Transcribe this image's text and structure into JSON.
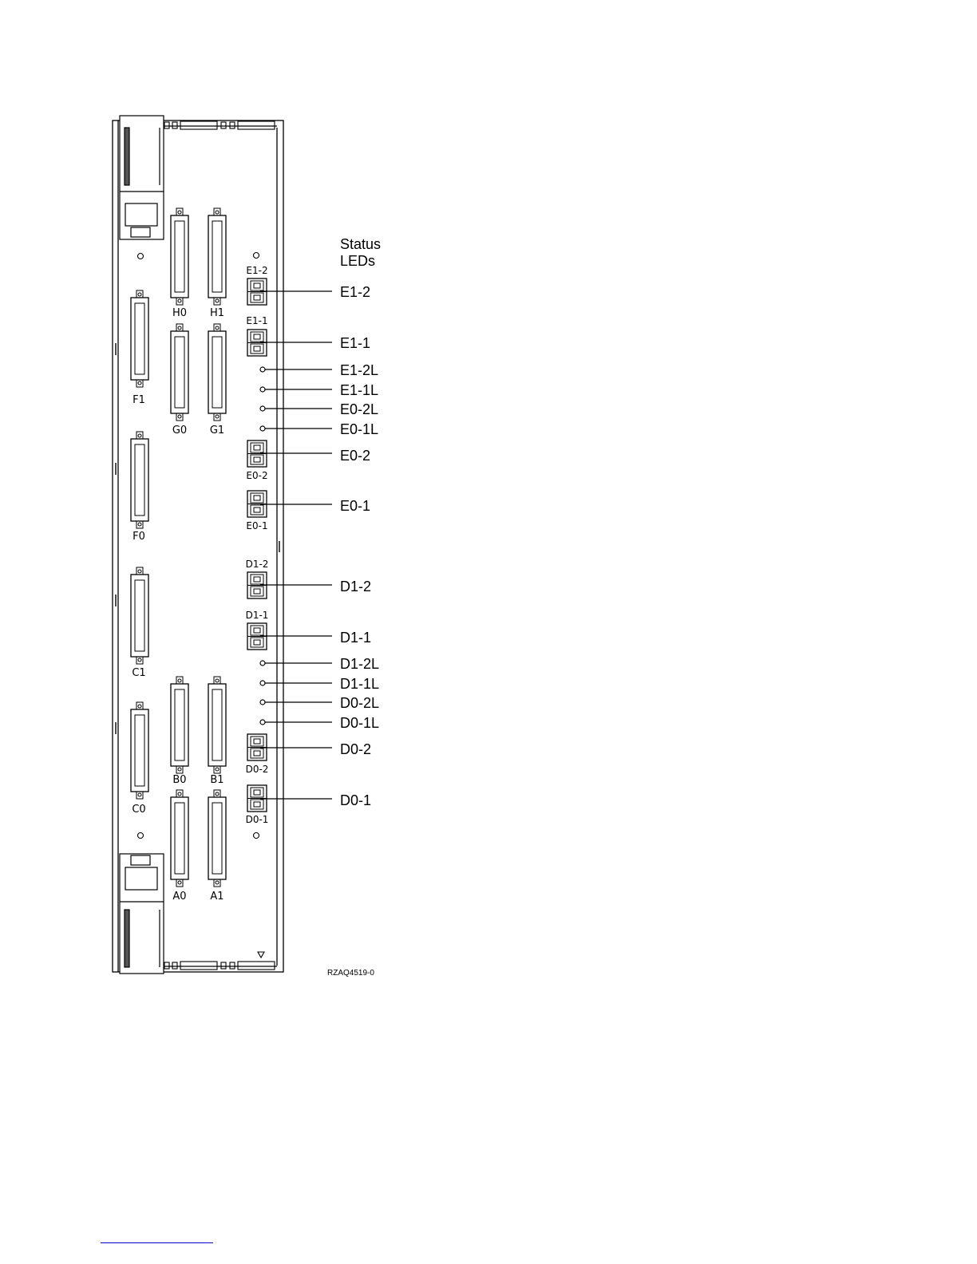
{
  "status_leds_label": [
    "Status",
    "LEDs"
  ],
  "figure_id": "RZAQ4519-0",
  "connectors": {
    "H0": "H0",
    "H1": "H1",
    "G0": "G0",
    "G1": "G1",
    "F1": "F1",
    "F0": "F0",
    "C1": "C1",
    "C0": "C0",
    "B0": "B0",
    "B1": "B1",
    "A0": "A0",
    "A1": "A1"
  },
  "ports": {
    "E1-2": "E1-2",
    "E1-1": "E1-1",
    "E0-2": "E0-2",
    "E0-1": "E0-1",
    "D1-2": "D1-2",
    "D1-1": "D1-1",
    "D0-2": "D0-2",
    "D0-1": "D0-1"
  },
  "callouts": [
    "E1-2",
    "E1-1",
    "E1-2L",
    "E1-1L",
    "E0-2L",
    "E0-1L",
    "E0-2",
    "E0-1",
    "D1-2",
    "D1-1",
    "D1-2L",
    "D1-1L",
    "D0-2L",
    "D0-1L",
    "D0-2",
    "D0-1"
  ]
}
